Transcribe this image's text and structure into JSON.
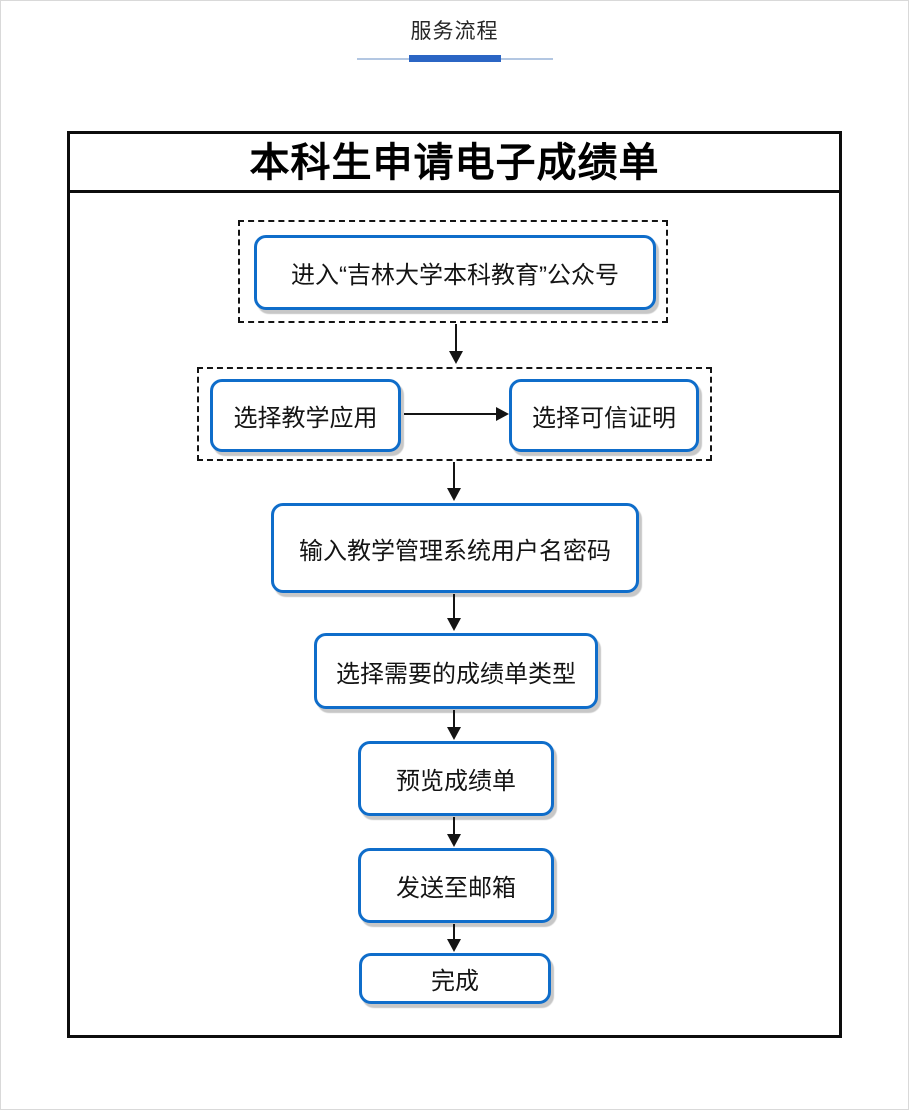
{
  "theme": {
    "accent": "#2b65c4",
    "rail": "#b3c7e2",
    "node_border": "#0f6dca"
  },
  "header": {
    "tab_label": "服务流程"
  },
  "flowchart": {
    "title": "本科生申请电子成绩单",
    "steps": [
      {
        "label": "进入“吉林大学本科教育”公众号"
      },
      {
        "label": "选择教学应用"
      },
      {
        "label": "选择可信证明"
      },
      {
        "label": "输入教学管理系统用户名密码"
      },
      {
        "label": "选择需要的成绩单类型"
      },
      {
        "label": "预览成绩单"
      },
      {
        "label": "发送至邮箱"
      },
      {
        "label": "完成"
      }
    ]
  }
}
